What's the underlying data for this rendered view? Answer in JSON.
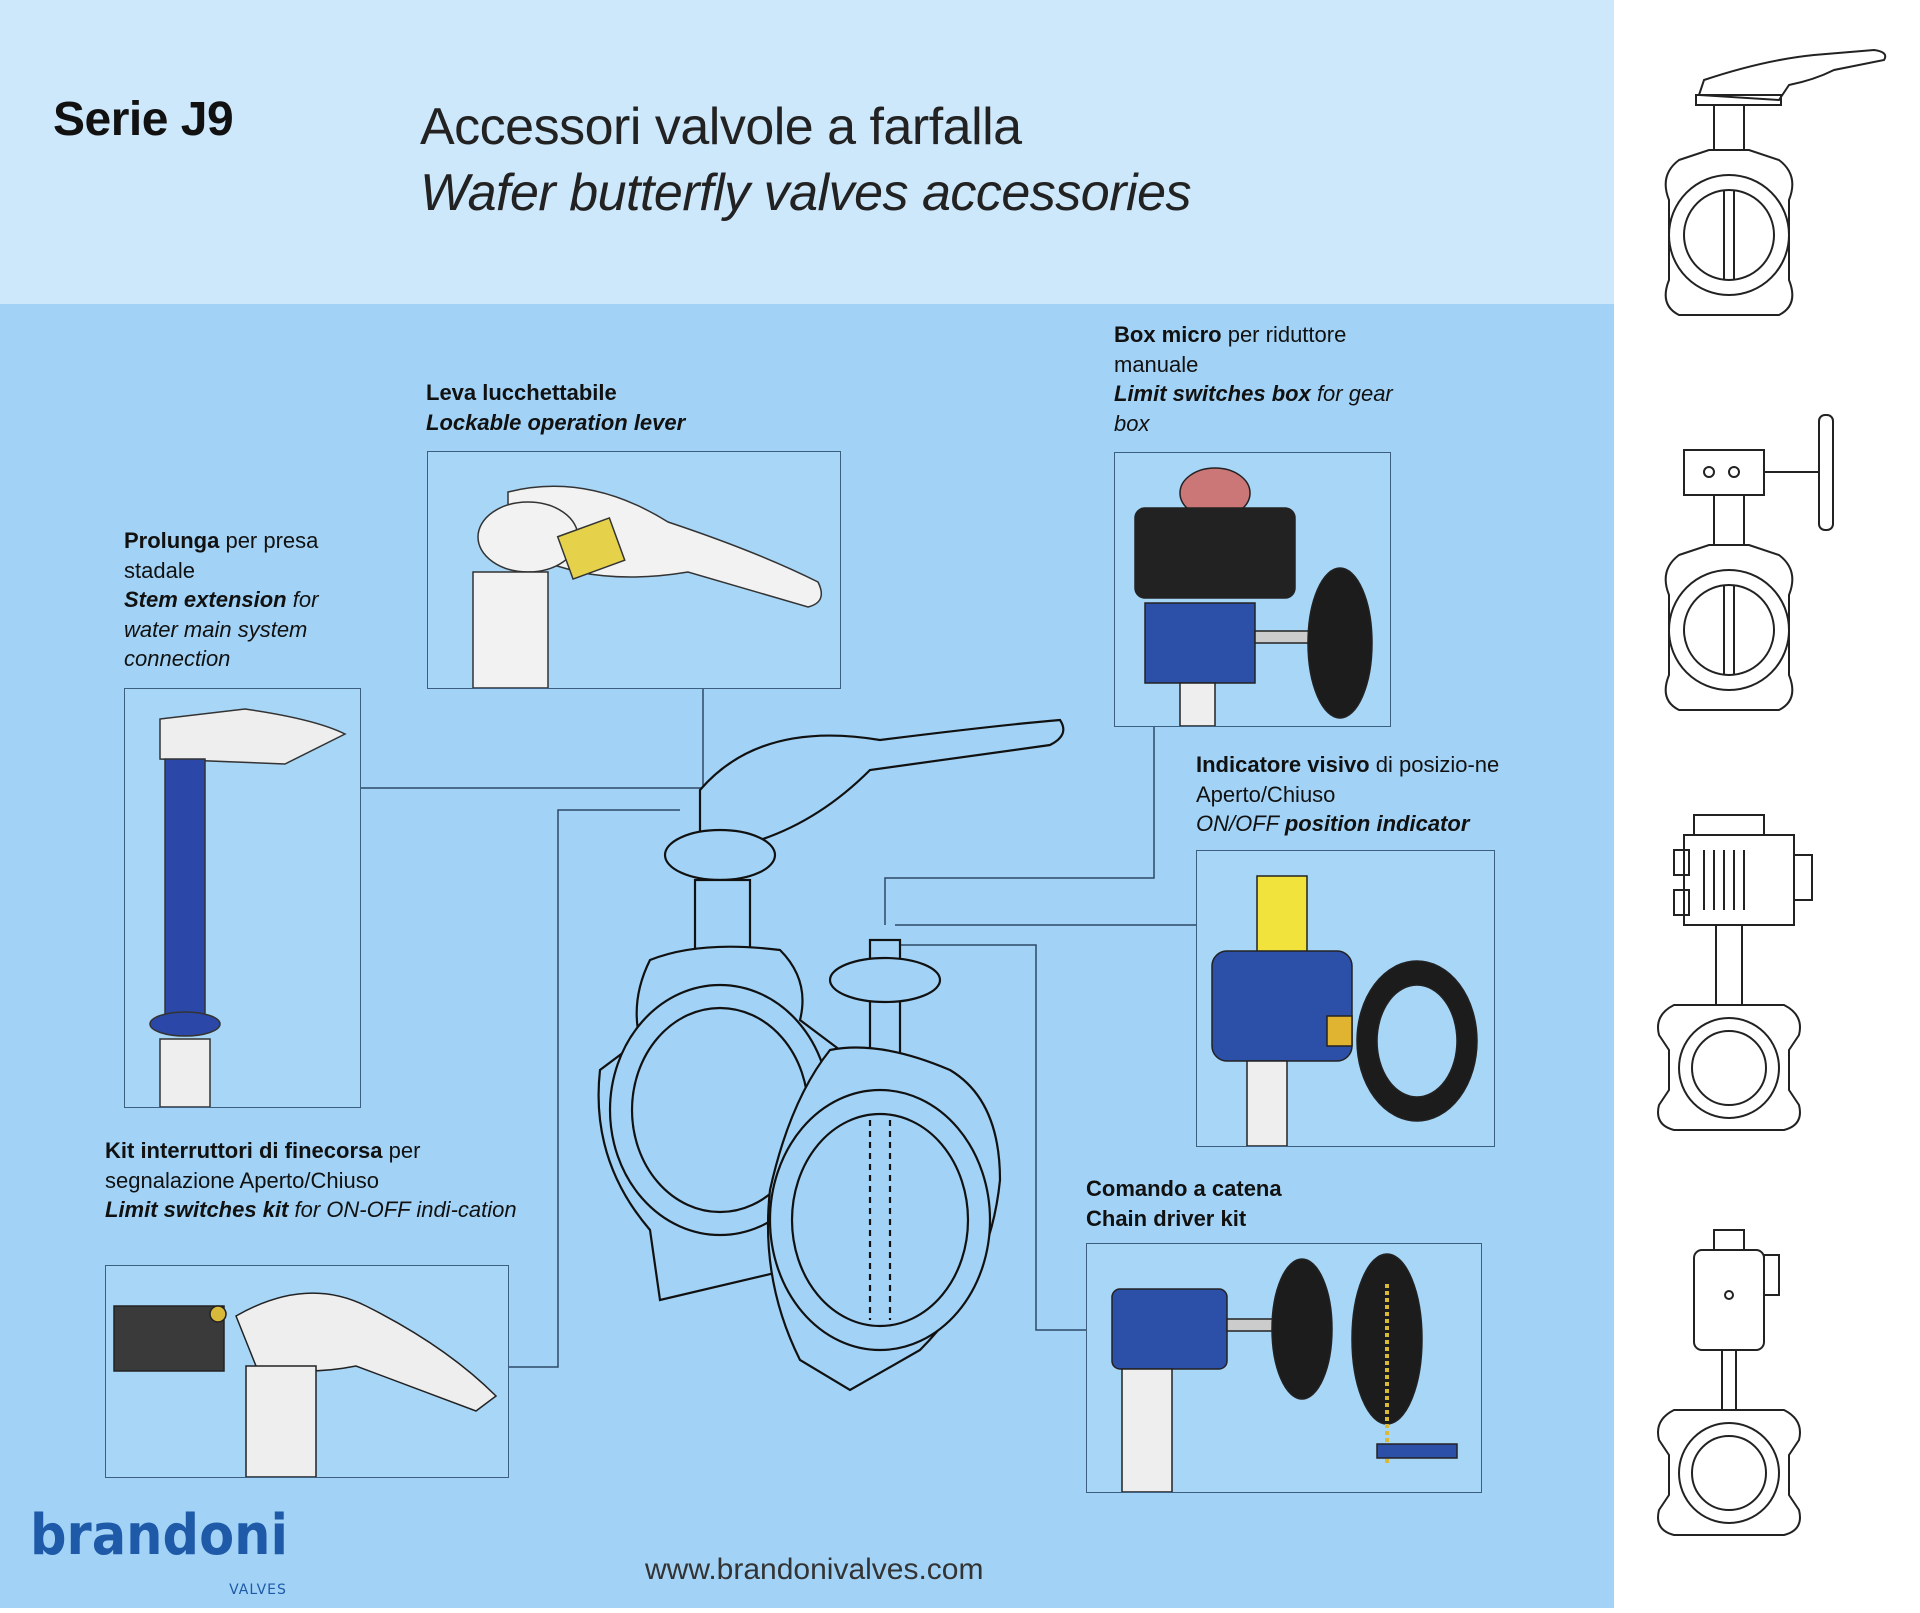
{
  "header": {
    "series": "Serie J9",
    "title_it": "Accessori valvole a farfalla",
    "title_en": "Wafer butterfly valves accessories"
  },
  "accessories": {
    "lever": {
      "bold_it": "Leva lucchettabile",
      "rest_it": "",
      "bold_en": "Lockable operation lever",
      "rest_en": ""
    },
    "stem": {
      "bold_it": "Prolunga",
      "rest_it": " per presa stadale",
      "bold_en": "Stem extension",
      "rest_en": " for water main system connection"
    },
    "box_micro": {
      "bold_it": "Box micro",
      "rest_it": " per riduttore manuale",
      "bold_en": "Limit switches box",
      "rest_en": " for gear box"
    },
    "indicator": {
      "bold_it": "Indicatore visivo",
      "rest_it": " di posizio-ne Aperto/Chiuso",
      "pre_en": "ON/OFF ",
      "bold_en": "position indicator"
    },
    "limit_kit": {
      "bold_it": "Kit interruttori di finecorsa",
      "rest_it": " per segnalazione Aperto/Chiuso",
      "bold_en": "Limit switches kit",
      "rest_en": " for ON-OFF indi-cation"
    },
    "chain": {
      "bold_it": "Comando a catena",
      "bold_en": "Chain driver kit"
    }
  },
  "footer": {
    "url": "www.brandonivalves.com",
    "logo_text": "brandoni",
    "logo_sub": "VALVES"
  },
  "colors": {
    "header_bg": "#cde7fb",
    "main_bg": "#a2d3f6",
    "brand_blue": "#1e5aa8"
  }
}
